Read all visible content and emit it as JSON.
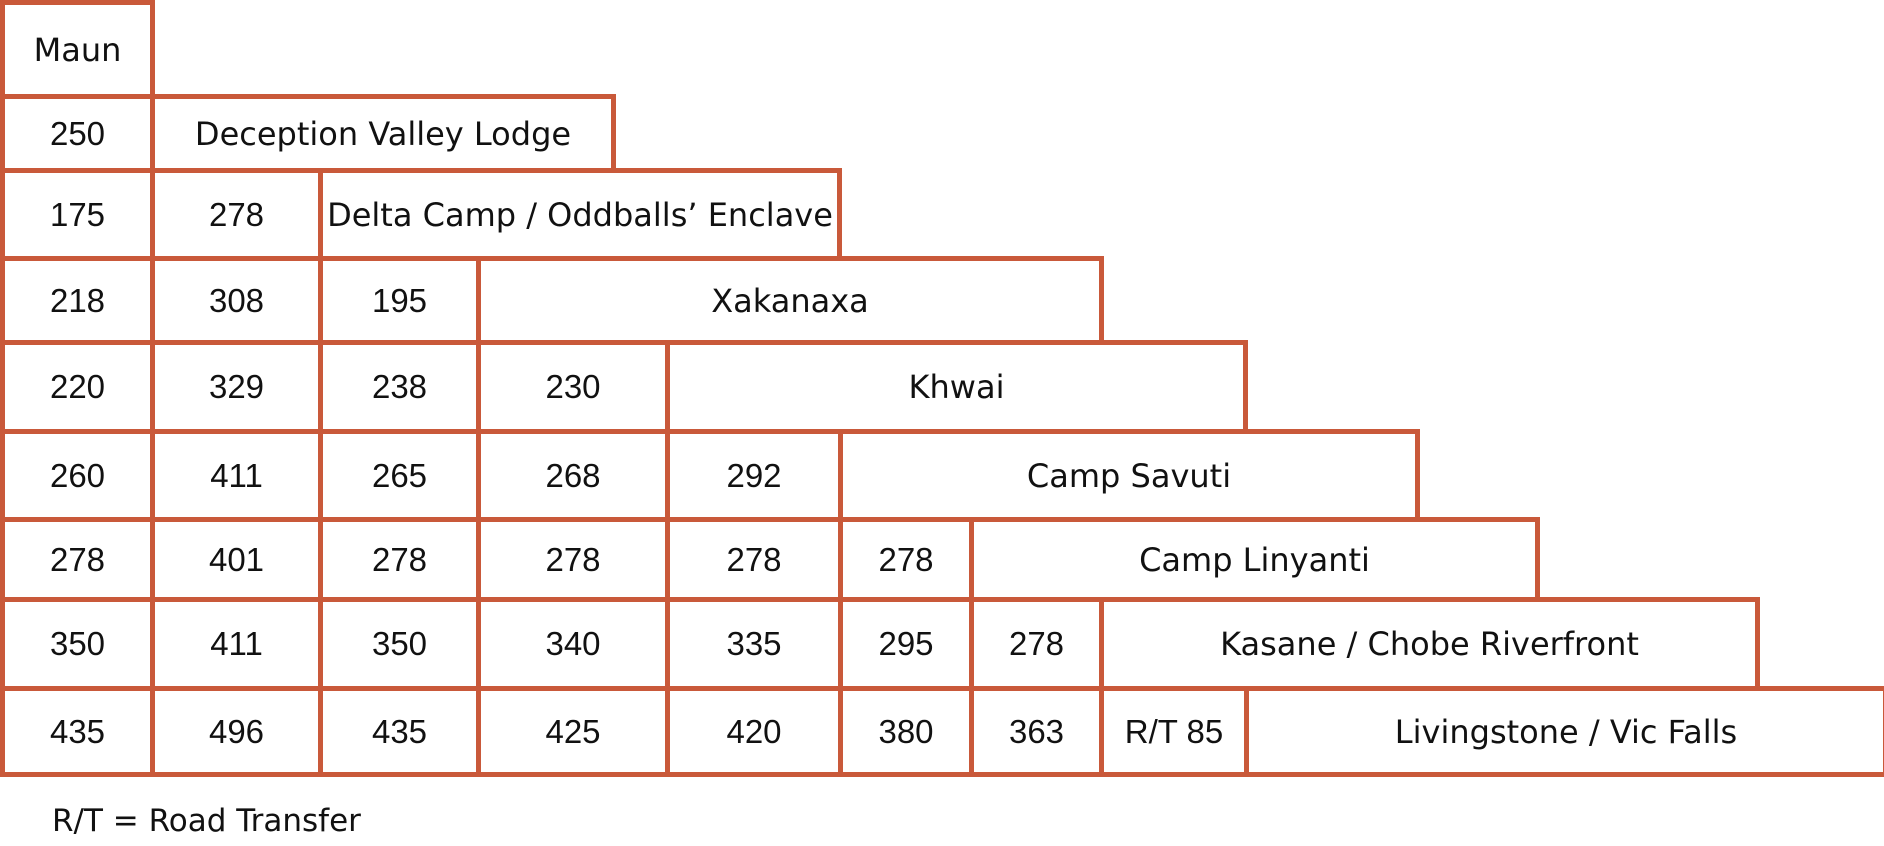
{
  "rows": [
    {
      "values": [],
      "destination": "Maun"
    },
    {
      "values": [
        "250"
      ],
      "destination": "Deception Valley Lodge"
    },
    {
      "values": [
        "175",
        "278"
      ],
      "destination": "Delta Camp / Oddballs’ Enclave"
    },
    {
      "values": [
        "218",
        "308",
        "195"
      ],
      "destination": "Xakanaxa"
    },
    {
      "values": [
        "220",
        "329",
        "238",
        "230"
      ],
      "destination": "Khwai"
    },
    {
      "values": [
        "260",
        "411",
        "265",
        "268",
        "292"
      ],
      "destination": "Camp Savuti"
    },
    {
      "values": [
        "278",
        "401",
        "278",
        "278",
        "278",
        "278"
      ],
      "destination": "Camp Linyanti"
    },
    {
      "values": [
        "350",
        "411",
        "350",
        "340",
        "335",
        "295",
        "278"
      ],
      "destination": "Kasane / Chobe Riverfront"
    },
    {
      "values": [
        "435",
        "496",
        "435",
        "425",
        "420",
        "380",
        "363",
        "R/T 85"
      ],
      "destination": "Livingstone / Vic Falls"
    }
  ],
  "footnote": "R/T = Road Transfer",
  "colors": {
    "border": "#c9593a",
    "text": "#111111",
    "background": "#ffffff"
  }
}
